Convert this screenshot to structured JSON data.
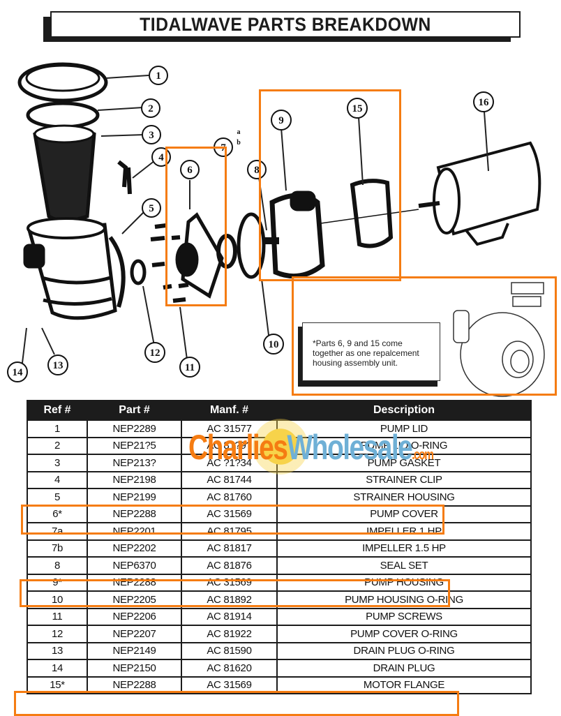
{
  "header": {
    "title": "TIDALWAVE PARTS BREAKDOWN"
  },
  "diagram": {
    "callouts": [
      {
        "id": "1",
        "label": "1"
      },
      {
        "id": "2",
        "label": "2"
      },
      {
        "id": "3",
        "label": "3"
      },
      {
        "id": "4",
        "label": "4"
      },
      {
        "id": "5",
        "label": "5"
      },
      {
        "id": "6",
        "label": "6"
      },
      {
        "id": "7",
        "label": "7",
        "sub_a": "a",
        "sub_b": "b"
      },
      {
        "id": "8",
        "label": "8"
      },
      {
        "id": "9",
        "label": "9"
      },
      {
        "id": "10",
        "label": "10"
      },
      {
        "id": "11",
        "label": "11"
      },
      {
        "id": "12",
        "label": "12"
      },
      {
        "id": "13",
        "label": "13"
      },
      {
        "id": "14",
        "label": "14"
      },
      {
        "id": "15",
        "label": "15"
      },
      {
        "id": "16",
        "label": "16"
      }
    ],
    "note": "*Parts 6, 9 and 15 come together as one repalcement housing assembly unit.",
    "highlight_color": "#f57c12"
  },
  "watermark": {
    "part1": "Charlies",
    "part2": "Wholesale",
    "part3": ".com"
  },
  "table": {
    "headers": [
      "Ref #",
      "Part #",
      "Manf. #",
      "Description"
    ],
    "rows": [
      [
        "1",
        "NEP2289",
        "AC 31577",
        "PUMP LID"
      ],
      [
        "2",
        "NEP21?5",
        "AC 81?9?",
        "PUMP LID O-RING"
      ],
      [
        "3",
        "NEP213?",
        "AC ?1?34",
        "PUMP GASKET"
      ],
      [
        "4",
        "NEP2198",
        "AC 81744",
        "STRAINER CLIP"
      ],
      [
        "5",
        "NEP2199",
        "AC 81760",
        "STRAINER HOUSING"
      ],
      [
        "6*",
        "NEP2288",
        "AC 31569",
        "PUMP COVER"
      ],
      [
        "7a",
        "NEP2201",
        "AC 81795",
        "IMPELLER 1 HP"
      ],
      [
        "7b",
        "NEP2202",
        "AC 81817",
        "IMPELLER 1.5 HP"
      ],
      [
        "8",
        "NEP6370",
        "AC 81876",
        "SEAL SET"
      ],
      [
        "9*",
        "NEP2288",
        "AC 31569",
        "PUMP HOUSING"
      ],
      [
        "10",
        "NEP2205",
        "AC 81892",
        "PUMP HOUSING O-RING"
      ],
      [
        "11",
        "NEP2206",
        "AC 81914",
        "PUMP SCREWS"
      ],
      [
        "12",
        "NEP2207",
        "AC 81922",
        "PUMP COVER O-RING"
      ],
      [
        "13",
        "NEP2149",
        "AC 81590",
        "DRAIN PLUG O-RING"
      ],
      [
        "14",
        "NEP2150",
        "AC 81620",
        "DRAIN PLUG"
      ],
      [
        "15*",
        "NEP2288",
        "AC 31569",
        "MOTOR FLANGE"
      ]
    ]
  }
}
